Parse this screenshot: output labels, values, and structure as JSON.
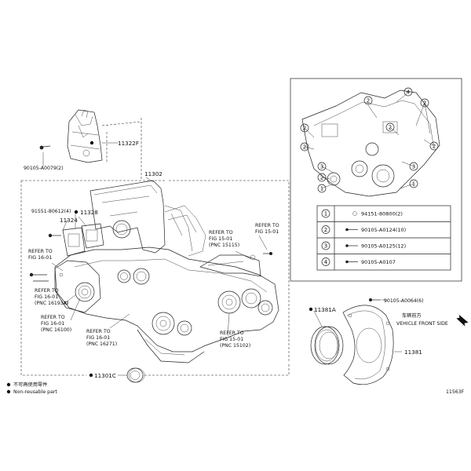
{
  "parts": {
    "p11322f": "11322F",
    "p90105_a0079": "90105-A0079(2)",
    "p11302": "11302",
    "p91551_80612": "91551-80612(4)",
    "p11328": "11328",
    "p11324": "11324",
    "p11301c": "11301C",
    "p11381a": "11381A",
    "p11381": "11381",
    "p90105_a0064": "90105-A0064(6)"
  },
  "refs": {
    "ref_16_01_a": [
      "REFER TO",
      "FIG 16-01"
    ],
    "ref_16_01_b": [
      "REFER TO",
      "FIG 16-01",
      "(PNC 16193A)"
    ],
    "ref_16_01_c": [
      "REFER TO",
      "FIG 16-01",
      "(PNC 16100)"
    ],
    "ref_16_01_d": [
      "REFER TO",
      "FIG 16-01",
      "(PNC 16271)"
    ],
    "ref_15_01_a": [
      "REFER TO",
      "FIG 15-01",
      "(PNC 15115)"
    ],
    "ref_15_01_b": [
      "REFER TO",
      "FIG 15-01",
      "(PNC 15102)"
    ],
    "ref_15_01_c": [
      "REFER TO",
      "FIG 15-01"
    ]
  },
  "legend_table": [
    {
      "num": "1",
      "part": "94151-80800(2)"
    },
    {
      "num": "2",
      "part": "90105-A0124(10)"
    },
    {
      "num": "3",
      "part": "90105-A0125(12)"
    },
    {
      "num": "4",
      "part": "90105-A0107"
    }
  ],
  "direction": {
    "chinese": "车辆前方",
    "english": "VEHICLE FRONT SIDE"
  },
  "footnotes": {
    "chinese": "不可再使用零件",
    "english": "Non-reusable part"
  },
  "figure_code": "11563F"
}
